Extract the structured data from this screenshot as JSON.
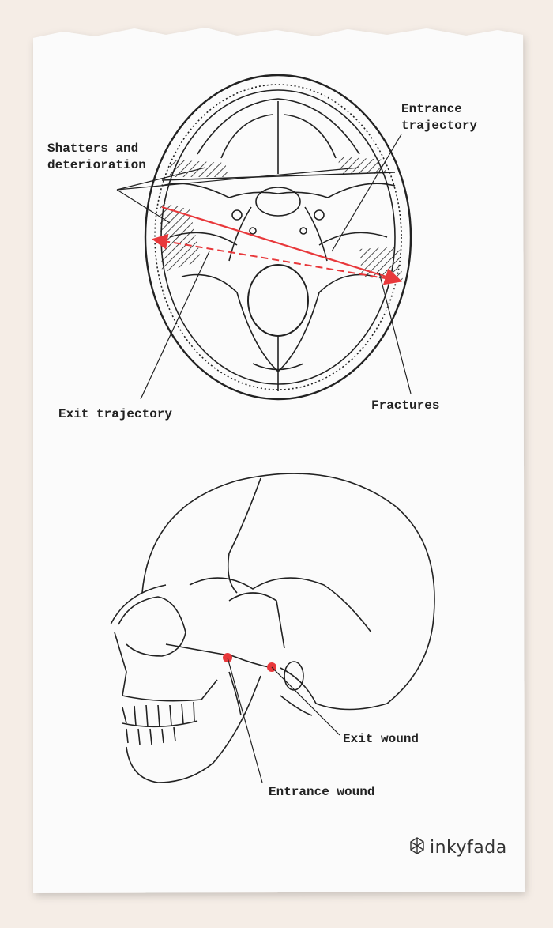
{
  "labels": {
    "entrance_trajectory": "Entrance\ntrajectory",
    "shatters": "Shatters and\ndeterioration",
    "exit_trajectory": "Exit trajectory",
    "fractures": "Fractures",
    "exit_wound": "Exit wound",
    "entrance_wound": "Entrance wound"
  },
  "logo": {
    "text": "inkyfada",
    "icon": "inkyfada-mark-icon"
  },
  "colors": {
    "background": "#f5ede6",
    "paper": "#fbfbfb",
    "ink": "#222222",
    "trajectory": "#e8383b"
  }
}
